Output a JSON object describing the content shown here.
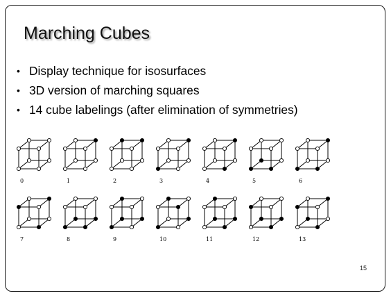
{
  "slide": {
    "title": "Marching Cubes",
    "bullets": [
      "Display technique for isosurfaces",
      "3D version of marching squares",
      "14 cube labelings (after elimination of symmetries)"
    ],
    "bullet_glyph": "•",
    "page_number": "15"
  },
  "cube_figure": {
    "vertex_order_note": "",
    "rows": [
      [
        {
          "label": "0",
          "filled_vertices": []
        },
        {
          "label": "1",
          "filled_vertices": [
            "TBR"
          ]
        },
        {
          "label": "2",
          "filled_vertices": [
            "TBL",
            "TBR"
          ]
        },
        {
          "label": "3",
          "filled_vertices": [
            "BFL",
            "TBR"
          ]
        },
        {
          "label": "4",
          "filled_vertices": [
            "TBR",
            "BFR"
          ]
        },
        {
          "label": "5",
          "filled_vertices": [
            "BBL",
            "BFL",
            "BFR"
          ]
        },
        {
          "label": "6",
          "filled_vertices": [
            "TBR",
            "BFL",
            "BFR"
          ]
        }
      ],
      [
        {
          "label": "7",
          "filled_vertices": [
            "TFL",
            "TBR",
            "BFR"
          ]
        },
        {
          "label": "8",
          "filled_vertices": [
            "BBL",
            "BBR",
            "BFL",
            "BFR"
          ]
        },
        {
          "label": "9",
          "filled_vertices": [
            "TBL",
            "BBL",
            "BBR",
            "BFL"
          ]
        },
        {
          "label": "10",
          "filled_vertices": [
            "TBL",
            "TFR",
            "BBR",
            "BFL"
          ]
        },
        {
          "label": "11",
          "filled_vertices": [
            "TBL",
            "BBL",
            "BBR",
            "BFR"
          ]
        },
        {
          "label": "12",
          "filled_vertices": [
            "TFL",
            "BBL",
            "BBR",
            "BFR"
          ]
        },
        {
          "label": "13",
          "filled_vertices": [
            "TBR",
            "TFL",
            "BBL",
            "BFR"
          ]
        }
      ]
    ],
    "colors": {
      "line": "#000000",
      "filled": "#000000",
      "empty": "#ffffff"
    }
  }
}
